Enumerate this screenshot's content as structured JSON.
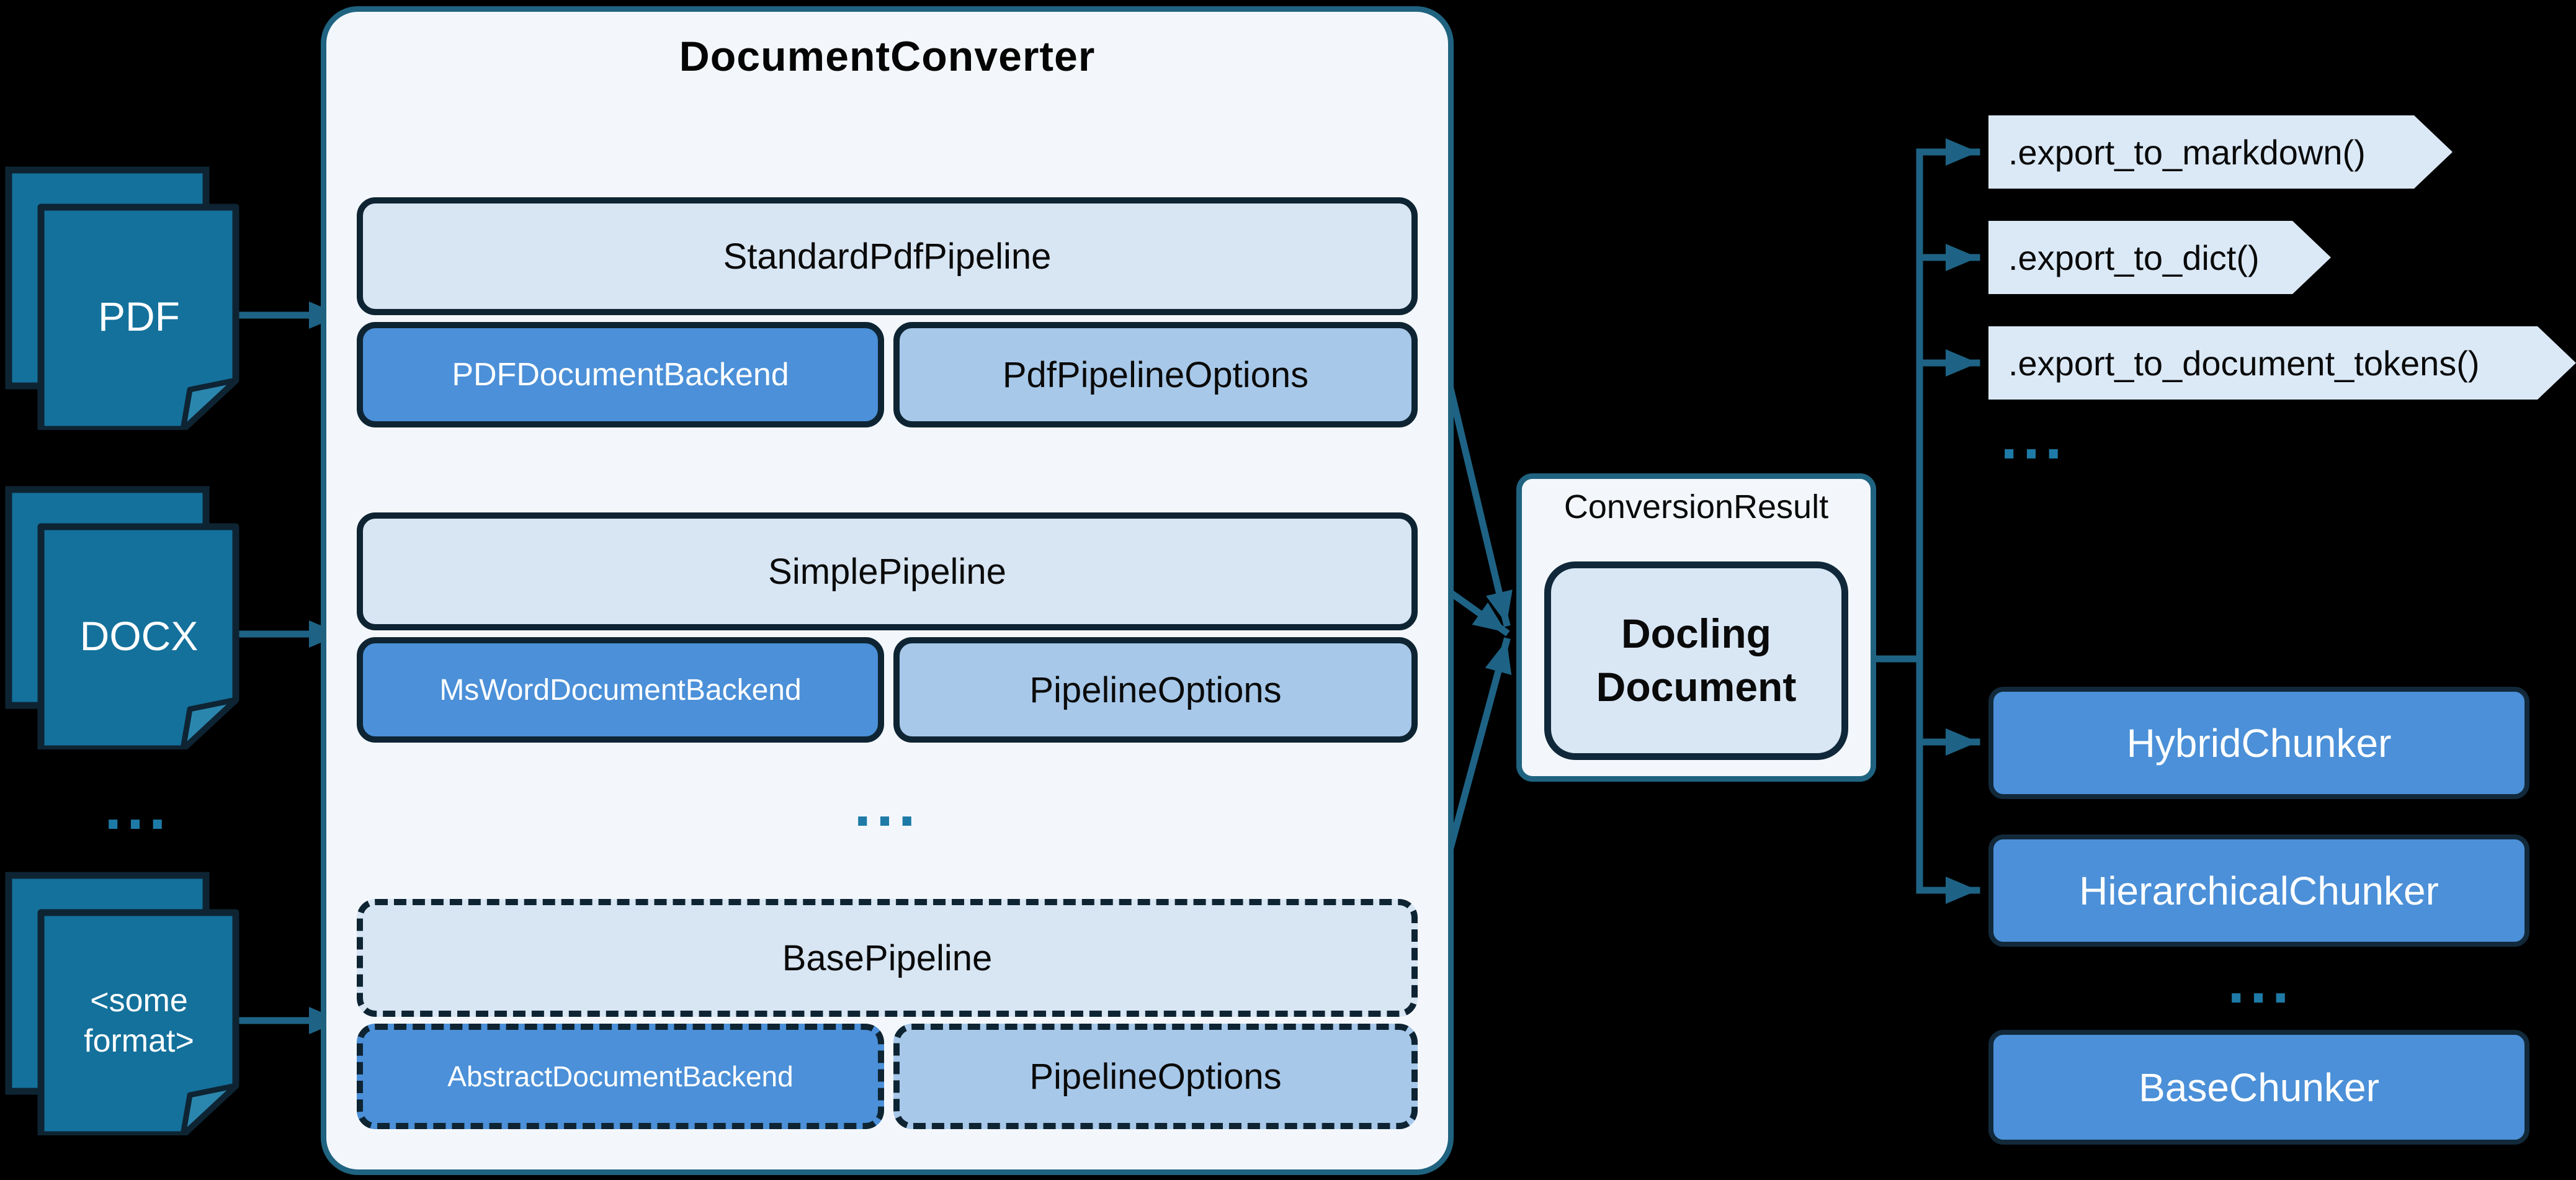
{
  "diagram": {
    "background": "#000000",
    "accent_teal": "#14719c",
    "line_color": "#1e6385",
    "panel_fill": "#f3f7fc",
    "panel_border": "#1f6380",
    "pipeline_fill": "#d8e5f3",
    "backend_fill": "#4b90d8",
    "options_fill": "#a7c8e9",
    "dark_border": "#0e2433",
    "tag_fill": "#dbe9f7",
    "dots_color": "#1e7aa6"
  },
  "inputs": {
    "items": [
      {
        "label": "PDF"
      },
      {
        "label": "DOCX"
      },
      {
        "label": "<some format>"
      }
    ],
    "ellipsis": "..."
  },
  "converter": {
    "title": "DocumentConverter",
    "rows": [
      {
        "pipeline": "StandardPdfPipeline",
        "backend": "PDFDocumentBackend",
        "options": "PdfPipelineOptions"
      },
      {
        "pipeline": "SimplePipeline",
        "backend": "MsWordDocumentBackend",
        "options": "PipelineOptions"
      },
      {
        "pipeline": "BasePipeline",
        "backend": "AbstractDocumentBackend",
        "options": "PipelineOptions"
      }
    ],
    "ellipsis": "..."
  },
  "result": {
    "label": "ConversionResult",
    "document": "Docling Document"
  },
  "exports": {
    "items": [
      ".export_to_markdown()",
      ".export_to_dict()",
      ".export_to_document_tokens()"
    ],
    "ellipsis": "..."
  },
  "chunkers": {
    "items": [
      "HybridChunker",
      "HierarchicalChunker"
    ],
    "ellipsis": "...",
    "base": "BaseChunker"
  }
}
